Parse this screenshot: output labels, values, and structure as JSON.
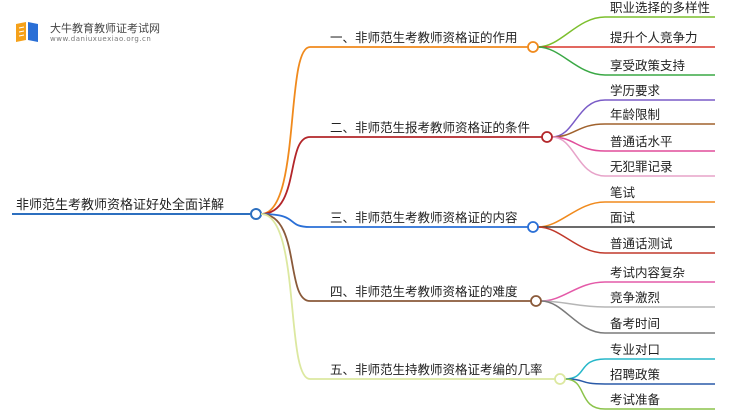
{
  "logo": {
    "title": "大牛教育教师证考试网",
    "subtitle": "www.daniuxuexiao.org.cn",
    "colors": {
      "orange": "#f5a11a",
      "blue": "#2a6fd6"
    }
  },
  "root": {
    "label": "非师范生考教师资格证好处全面详解",
    "color": "#2c6fbf"
  },
  "branches": [
    {
      "label": "一、非师范生考教师资格证的作用",
      "color": "#f08a1d",
      "children": [
        {
          "label": "职业选择的多样性",
          "color": "#7cbf2d"
        },
        {
          "label": "提升个人竞争力",
          "color": "#d9362b"
        },
        {
          "label": "享受政策支持",
          "color": "#3aa845"
        }
      ]
    },
    {
      "label": "二、非师范生报考教师资格证的条件",
      "color": "#b3262a",
      "children": [
        {
          "label": "学历要求",
          "color": "#7a5cc7"
        },
        {
          "label": "年龄限制",
          "color": "#a0622d"
        },
        {
          "label": "普通话水平",
          "color": "#e04d9a"
        },
        {
          "label": "无犯罪记录",
          "color": "#e7a3c9"
        }
      ]
    },
    {
      "label": "三、非师范生考教师资格证的内容",
      "color": "#2a6fd6",
      "children": [
        {
          "label": "笔试",
          "color": "#f08a1d"
        },
        {
          "label": "面试",
          "color": "#3a3a3a"
        },
        {
          "label": "普通话测试",
          "color": "#c0392b"
        }
      ]
    },
    {
      "label": "四、非师范生考教师资格证的难度",
      "color": "#8a5a3a",
      "children": [
        {
          "label": "考试内容复杂",
          "color": "#e45aa8"
        },
        {
          "label": "竞争激烈",
          "color": "#b6b6b6"
        },
        {
          "label": "备考时间",
          "color": "#7a7a7a"
        }
      ]
    },
    {
      "label": "五、非师范生持教师资格证考编的几率",
      "color": "#dce8a0",
      "children": [
        {
          "label": "专业对口",
          "color": "#26b7c9"
        },
        {
          "label": "招聘政策",
          "color": "#2a5aa8"
        },
        {
          "label": "考试准备",
          "color": "#8bc34a"
        }
      ]
    }
  ]
}
